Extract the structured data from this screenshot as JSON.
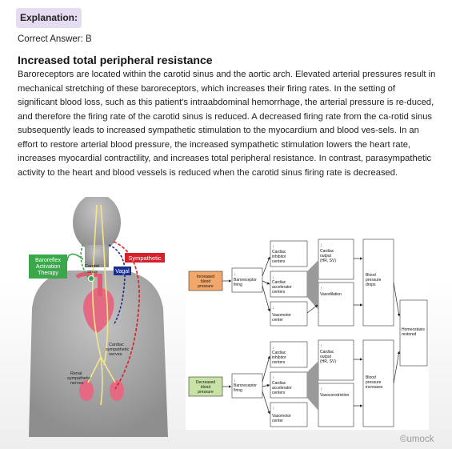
{
  "header": {
    "badge_label": "Explanation:"
  },
  "answer": {
    "text": "Correct Answer: B"
  },
  "section": {
    "heading": "Increased total peripheral resistance",
    "paragraph": "Baroreceptors are located within the carotid sinus and the aortic arch. Elevated arterial pressures result in mechanical stretching of these baroreceptors, which increases their firing rates. In the setting of significant blood loss, such as this patient's intraabdominal hemorrhage, the arterial pressure is re-duced, and therefore the firing rate of the carotid sinus is reduced. A decreased firing rate from the ca-rotid sinus subsequently leads to increased sympathetic stimulation to the myocardium and blood ves-sels. In an effort to restore arterial blood pressure, the increased sympathetic stimulation lowers the heart rate, increases myocardial contractility, and increases total peripheral resistance. In contrast, parasympathetic activity to the heart and blood vessels is reduced when the carotid sinus firing rate is decreased."
  },
  "anatomy": {
    "baroreflex_label": [
      "Baroreflex",
      "Activation",
      "Therapy"
    ],
    "sympathetic_label": "Sympathetic",
    "vagal_label": "Vagal",
    "carotid_sinus_label": [
      "Carotid",
      "sinus"
    ],
    "cardiac_label": [
      "Cardiac",
      "sympathetic",
      "nerves"
    ],
    "renal_label": [
      "Renal",
      "sympathetic",
      "nerves"
    ],
    "colors": {
      "baroreflex": "#3aa84a",
      "sympathetic": "#d9202a",
      "vagal": "#1c2f8f",
      "body": "#a7a7a7"
    }
  },
  "flowchart": {
    "increased_bp": [
      "Increased",
      "blood",
      "pressure"
    ],
    "decreased_bp": [
      "Decreased",
      "blood",
      "pressure"
    ],
    "baroreceptor_firing": [
      "Baroreceptor",
      "firing"
    ],
    "cardiac_inhibitor": [
      "Cardiac",
      "inhibitor",
      "centers"
    ],
    "cardiac_accelerator": [
      "Cardiac",
      "accelerator",
      "centers"
    ],
    "vasomotor": [
      "Vasomotor",
      "center"
    ],
    "cardiac_output": [
      "Cardiac",
      "output",
      "(HR, SV)"
    ],
    "vasodilation": "Vasodilation",
    "vasoconstriction": "Vasoconstriction",
    "bp_drops": [
      "Blood",
      "pressure",
      "drops"
    ],
    "bp_increases": [
      "Blood",
      "pressure",
      "increases"
    ],
    "homeostasis": [
      "Homeostasis",
      "restored"
    ],
    "colors": {
      "increased_fill": "#f3a86b",
      "decreased_fill": "#c9e3a6",
      "up_arrow": "#d9202a",
      "down_arrow": "#d9202a"
    }
  },
  "footer": {
    "watermark": "©umock"
  }
}
